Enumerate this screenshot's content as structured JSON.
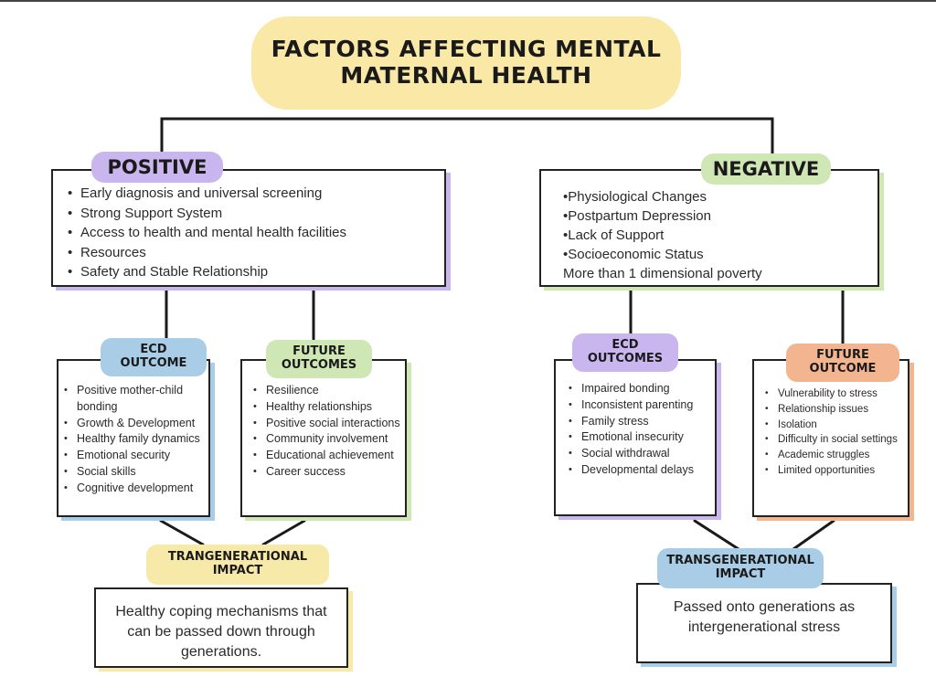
{
  "title": {
    "line1": "FACTORS AFFECTING MENTAL",
    "line2": "MATERNAL HEALTH"
  },
  "positive": {
    "label": "POSITIVE",
    "items": [
      "Early diagnosis and universal screening",
      "Strong Support System",
      "Access to health and mental health facilities",
      "Resources",
      "Safety and Stable Relationship"
    ],
    "ecd": {
      "label_line1": "ECD",
      "label_line2": "OUTCOME",
      "items": [
        "Positive mother-child bonding",
        "Growth & Development",
        "Healthy family dynamics",
        "Emotional security",
        "Social skills",
        "Cognitive development"
      ]
    },
    "future": {
      "label_line1": "FUTURE",
      "label_line2": "OUTCOMES",
      "items": [
        "Resilience",
        "Healthy relationships",
        "Positive social interactions",
        "Community involvement",
        "Educational achievement",
        "Career success"
      ]
    },
    "impact": {
      "label_line1": "TRANGENERATIONAL",
      "label_line2": "IMPACT",
      "text": "Healthy coping mechanisms that can be passed down through generations."
    }
  },
  "negative": {
    "label": "NEGATIVE",
    "items": [
      "•Physiological Changes",
      "•Postpartum Depression",
      "•Lack of Support",
      "•Socioeconomic Status",
      "More than 1 dimensional poverty"
    ],
    "ecd": {
      "label_line1": "ECD",
      "label_line2": "OUTCOMES",
      "items": [
        "Impaired bonding",
        "Inconsistent parenting",
        "Family stress",
        "Emotional insecurity",
        "Social withdrawal",
        "Developmental delays"
      ]
    },
    "future": {
      "label_line1": "FUTURE",
      "label_line2": "OUTCOME",
      "items": [
        "Vulnerability to stress",
        "Relationship issues",
        "Isolation",
        "Difficulty in social settings",
        "Academic struggles",
        "Limited opportunities"
      ]
    },
    "impact": {
      "label_line1": "TRANSGENERATIONAL",
      "label_line2": "IMPACT",
      "text": "Passed onto generations as intergenerational stress"
    }
  },
  "colors": {
    "title": "#f9e8a6",
    "positive": "#c9b6ee",
    "negative": "#cfe6b5",
    "ecd_positive": "#a9cde6",
    "future_positive": "#cfe6b5",
    "ecd_negative": "#c9b6ee",
    "future_negative": "#f2b58f",
    "impact_positive": "#f7e9a8",
    "impact_negative": "#a9cde6"
  }
}
